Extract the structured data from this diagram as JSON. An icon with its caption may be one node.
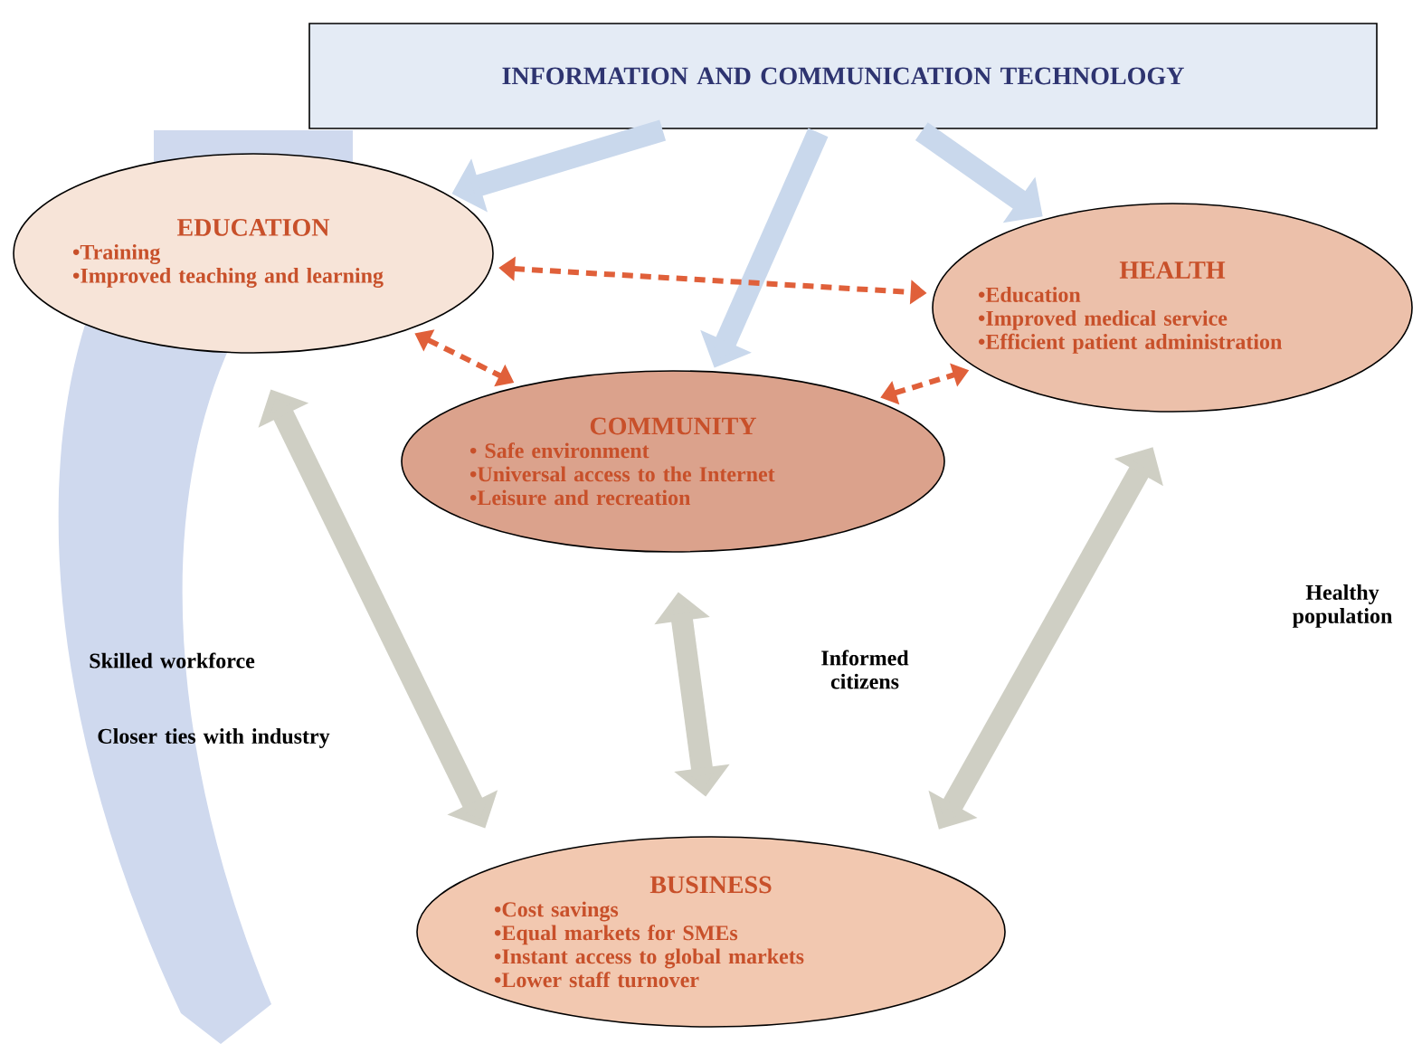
{
  "diagram": {
    "nodes": [
      {
        "text": [
          "INFORMATION AND COMMUNICATION TECHNOLOGY"
        ]
      },
      {
        "text": [
          "EDUCATION",
          "•Training",
          "•Improved teaching and learning"
        ]
      },
      {
        "text": [
          "HEALTH",
          "•Education",
          "•Improved medical service",
          "•Efficient patient administration"
        ]
      },
      {
        "text": [
          "COMMUNITY",
          "• Safe environment",
          "•Universal access to the Internet",
          "•Leisure and recreation"
        ]
      },
      {
        "text": [
          "BUSINESS",
          "•Cost savings",
          "•Equal markets for SMEs",
          "•Instant access to global markets",
          "•Lower staff turnover"
        ]
      }
    ],
    "edges": [
      {
        "from": 0,
        "to": 1,
        "arrow": "to",
        "color": "#c9d8ec"
      },
      {
        "from": 0,
        "to": 3,
        "arrow": "to",
        "color": "#c9d8ec"
      },
      {
        "from": 0,
        "to": 2,
        "arrow": "to",
        "color": "#c9d8ec"
      },
      {
        "from": 1,
        "to": 2,
        "arrow": "both",
        "style": "dashed",
        "color": "#e0603a"
      },
      {
        "from": 1,
        "to": 3,
        "arrow": "both",
        "style": "dashed",
        "color": "#e0603a"
      },
      {
        "from": 3,
        "to": 2,
        "arrow": "both",
        "style": "dashed",
        "color": "#e0603a"
      },
      {
        "from": 1,
        "to": 4,
        "arrow": "both",
        "color": "#cfcfc4"
      },
      {
        "from": 3,
        "to": 4,
        "arrow": "both",
        "color": "#cfcfc4"
      },
      {
        "from": 2,
        "to": 4,
        "arrow": "both",
        "color": "#cfcfc4"
      }
    ],
    "labels": [
      "Skilled workforce",
      "Closer ties with industry",
      "Informed citizens",
      "Healthy population"
    ]
  }
}
